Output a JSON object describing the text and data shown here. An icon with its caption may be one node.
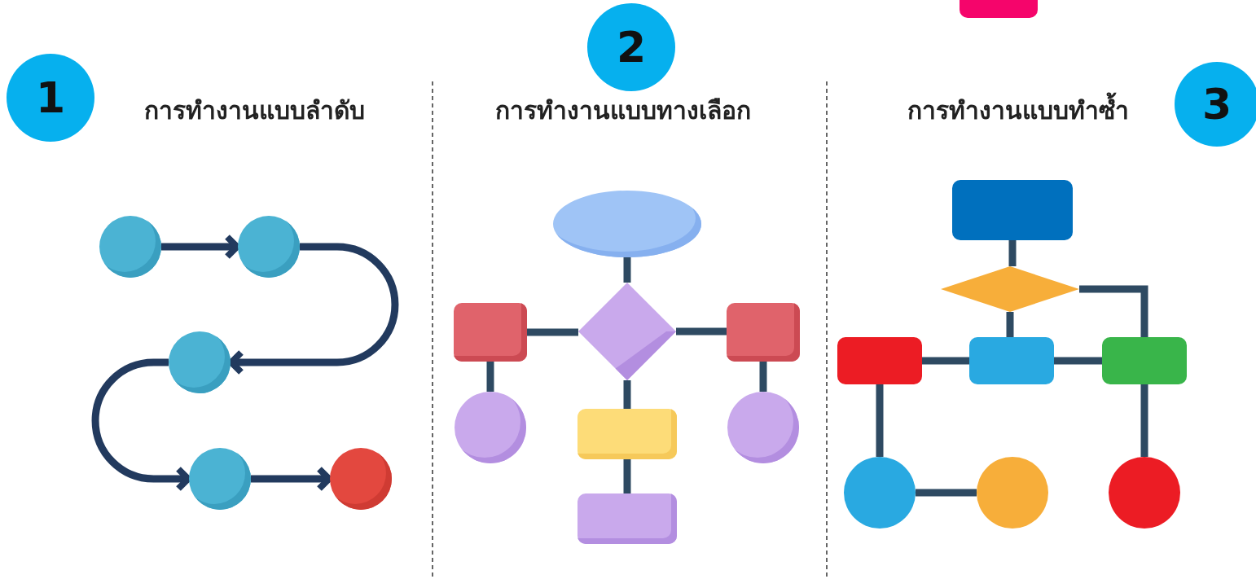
{
  "diagram": {
    "nodes": [
      {
        "text": [
          "1"
        ]
      },
      {
        "text": [
          "2"
        ]
      },
      {
        "text": [
          "3"
        ]
      },
      {
        "text": [],
        "shape": "circle"
      },
      {
        "text": [],
        "shape": "circle"
      },
      {
        "text": [],
        "shape": "circle"
      },
      {
        "text": [],
        "shape": "circle"
      },
      {
        "text": [],
        "shape": "circle"
      },
      {
        "text": [],
        "shape": "ellipse"
      },
      {
        "text": [],
        "shape": "box"
      },
      {
        "text": [],
        "shape": "diamond"
      },
      {
        "text": [],
        "shape": "box"
      },
      {
        "text": [],
        "shape": "circle"
      },
      {
        "text": [],
        "shape": "box"
      },
      {
        "text": [],
        "shape": "circle"
      },
      {
        "text": [],
        "shape": "box"
      },
      {
        "text": [],
        "shape": "box"
      },
      {
        "text": [],
        "shape": "diamond"
      },
      {
        "text": [],
        "shape": "box"
      },
      {
        "text": [],
        "shape": "box"
      },
      {
        "text": [],
        "shape": "box"
      },
      {
        "text": [],
        "shape": "circle"
      },
      {
        "text": [],
        "shape": "circle"
      },
      {
        "text": [],
        "shape": "circle"
      }
    ],
    "edges": [
      {
        "from": 3,
        "to": 4,
        "arrow": "to"
      },
      {
        "from": 4,
        "to": 5,
        "arrow": "to"
      },
      {
        "from": 5,
        "to": 6,
        "arrow": "to"
      },
      {
        "from": 6,
        "to": 7,
        "arrow": "to"
      },
      {
        "from": 8,
        "to": 10,
        "arrow": "none"
      },
      {
        "from": 9,
        "to": 10,
        "arrow": "none"
      },
      {
        "from": 10,
        "to": 11,
        "arrow": "none"
      },
      {
        "from": 9,
        "to": 12,
        "arrow": "none"
      },
      {
        "from": 11,
        "to": 14,
        "arrow": "none"
      },
      {
        "from": 10,
        "to": 13,
        "arrow": "none"
      },
      {
        "from": 13,
        "to": 15,
        "arrow": "none"
      },
      {
        "from": 16,
        "to": 17,
        "arrow": "none"
      },
      {
        "from": 17,
        "to": 19,
        "arrow": "none"
      },
      {
        "from": 17,
        "to": 20,
        "arrow": "none"
      },
      {
        "from": 18,
        "to": 19,
        "arrow": "none"
      },
      {
        "from": 19,
        "to": 20,
        "arrow": "none"
      },
      {
        "from": 18,
        "to": 21,
        "arrow": "none"
      },
      {
        "from": 21,
        "to": 22,
        "arrow": "none"
      },
      {
        "from": 20,
        "to": 23,
        "arrow": "none"
      }
    ],
    "labels": [
      "การทำงานแบบลำดับ",
      "การทำงานแบบทางเลือก",
      "การทำงานแบบทำซ้ำ"
    ]
  }
}
